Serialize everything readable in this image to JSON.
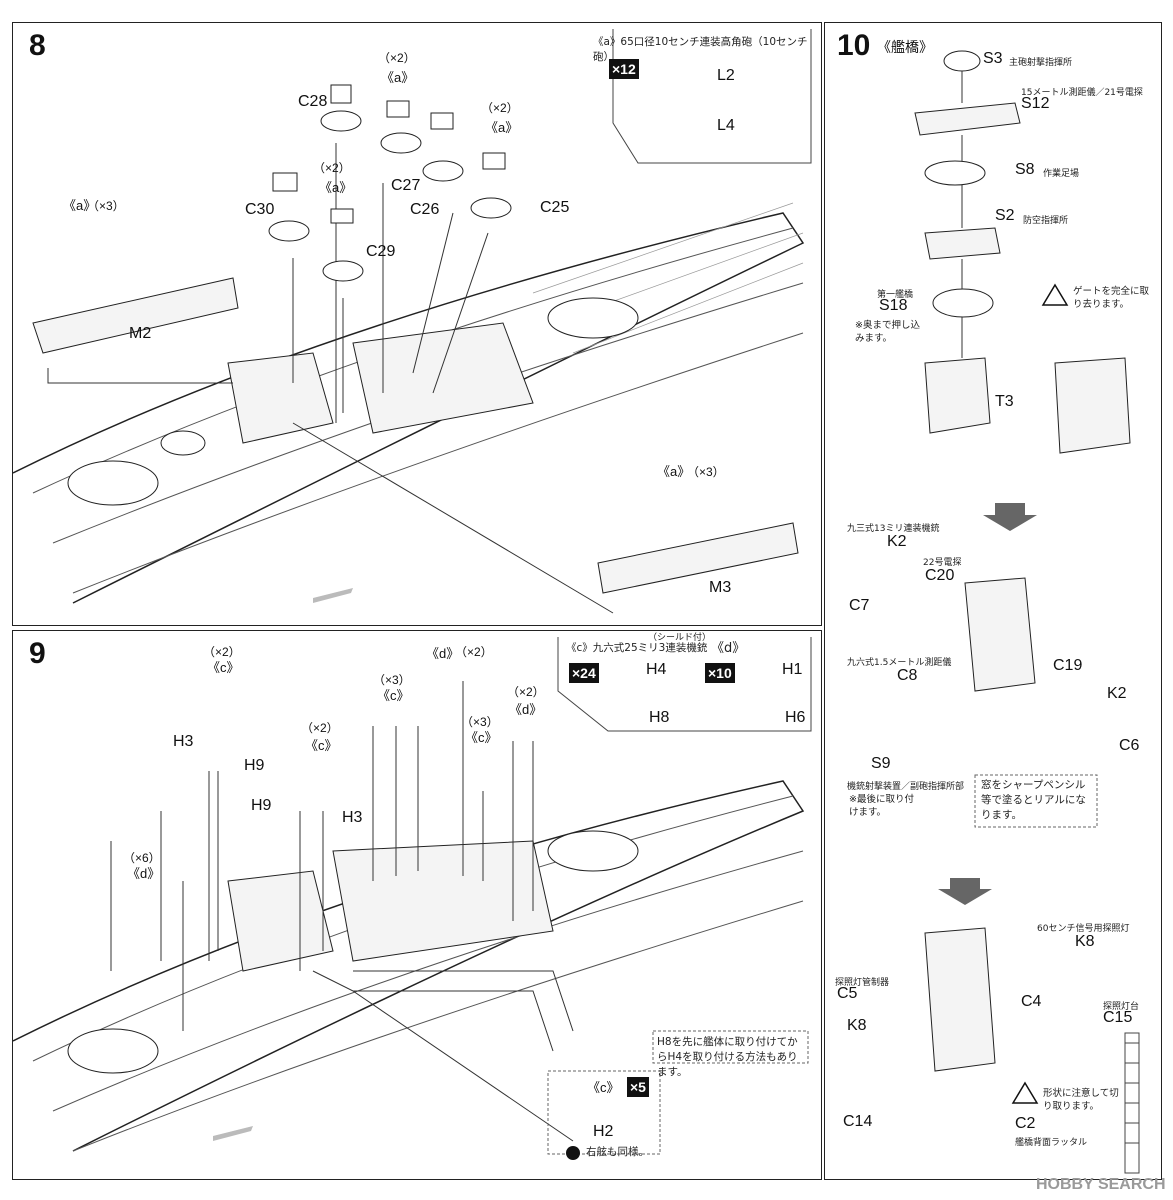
{
  "step8": {
    "number": "8",
    "legend_a": "《a》65口径10センチ連装高角砲（10センチ砲）",
    "qty": "×12",
    "part_l2": "L2",
    "part_l4": "L4",
    "labels": {
      "a1": "《a》",
      "x2a": "（×2）",
      "c28": "C28",
      "a2": "《a》",
      "x2b": "（×2）",
      "c27": "C27",
      "c26": "C26",
      "c25": "C25",
      "a3": "《a》",
      "x2c": "（×2）",
      "c30": "C30",
      "c29": "C29",
      "a4": "《a》",
      "x3a": "（×3）",
      "m2": "M2",
      "a5": "《a》",
      "x3b": "（×3）",
      "m3": "M3"
    }
  },
  "step9": {
    "number": "9",
    "legend_c": "《c》九六式25ミリ3連装機銃",
    "legend_c_note": "（シールド付）",
    "legend_d": "《d》",
    "qty_c": "×24",
    "qty_d": "×10",
    "h4": "H4",
    "h8": "H8",
    "h1": "H1",
    "h6": "H6",
    "labels": {
      "x2c1": "（×2）",
      "c1": "《c》",
      "h3a": "H3",
      "h9a": "H9",
      "x6": "（×6）",
      "d1": "《d》",
      "x2c2": "（×2）",
      "c2": "《c》",
      "h9b": "H9",
      "h3b": "H3",
      "x3c1": "（×3）",
      "c3": "《c》",
      "d2": "《d》",
      "x2d1": "（×2）",
      "x3c2": "（×3）",
      "c4": "《c》",
      "x2d2": "（×2）",
      "d3": "《d》"
    },
    "tip": "H8を先に艦体に取り付けてからH4を取り付ける方法もあります。",
    "sub_c": "《c》",
    "sub_qty": "×5",
    "sub_h2": "H2",
    "mirror": "右舷も同様。"
  },
  "step10": {
    "number": "10",
    "title": "《艦橋》",
    "s3": "S3",
    "s3_desc": "主砲射撃指揮所",
    "s12_desc": "15メートル測距儀／21号電探",
    "s12": "S12",
    "s8": "S8",
    "s8_desc": "作業足場",
    "s2": "S2",
    "s2_desc": "防空指揮所",
    "s18_desc": "第一艦橋",
    "s18": "S18",
    "s18_note": "※奥まで押し込みます。",
    "t3": "T3",
    "gate_note": "ゲートを完全に取り去ります。",
    "k2_desc": "九三式13ミリ連装機銃",
    "k2a": "K2",
    "c20_desc": "22号電探",
    "c20": "C20",
    "c7": "C7",
    "c19": "C19",
    "c8_desc": "九六式1.5メートル測距儀",
    "c8": "C8",
    "k2b": "K2",
    "c6": "C6",
    "s9": "S9",
    "s9_desc": "機銃射撃装置／副砲指揮所部",
    "s9_note": "※最後に取り付けます。",
    "window_note": "窓をシャープペンシル等で塗るとリアルになります。",
    "k8a_desc": "60センチ信号用探照灯",
    "k8a": "K8",
    "c5_desc": "探照灯管制器",
    "c5": "C5",
    "c4": "C4",
    "c15_desc": "探照灯台",
    "c15": "C15",
    "k8b": "K8",
    "c14": "C14",
    "c2_note": "形状に注意して切り取ります。",
    "c2": "C2",
    "c2_desc": "艦橋背面ラッタル"
  },
  "watermark": "HOBBY SEARCH"
}
